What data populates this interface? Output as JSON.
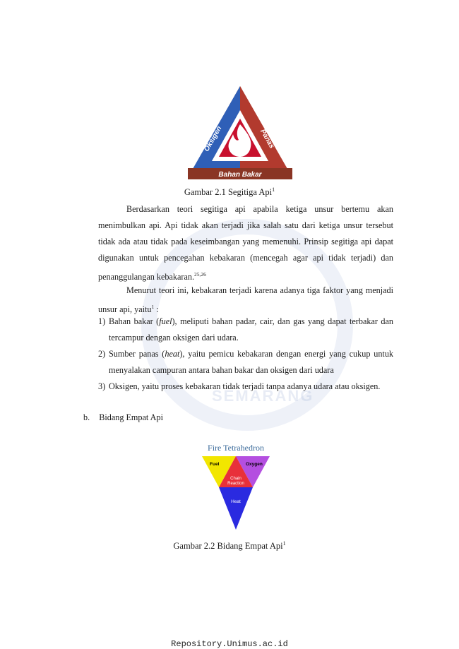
{
  "figure1": {
    "caption": "Gambar 2.1 Segitiga Api",
    "caption_sup": "1",
    "labels": {
      "left": "Oksigen",
      "right": "Panas",
      "bottom": "Bahan Bakar"
    },
    "colors": {
      "left": "#2f5fb7",
      "right": "#b23a2e",
      "bottom": "#8a3524",
      "center": "#c8102e"
    }
  },
  "paragraphs": {
    "p1": "Berdasarkan teori segitiga api apabila ketiga unsur bertemu akan menimbulkan api. Api tidak akan terjadi jika salah satu dari ketiga unsur tersebut tidak ada atau tidak pada keseimbangan yang memenuhi. Prinsip segitiga api dapat digunakan untuk pencegahan kebakaran (mencegah agar api tidak terjadi) dan penanggulangan kebakaran.",
    "p1_sup": "25,26",
    "p2": "Menurut teori ini, kebakaran terjadi karena adanya tiga faktor yang menjadi unsur api, yaitu",
    "p2_sup": "1",
    "p2_tail": " :"
  },
  "list": [
    {
      "num": "1)",
      "pre": "Bahan bakar (",
      "italic": "fuel",
      "post": "), meliputi bahan padar, cair, dan gas yang dapat terbakar dan tercampur dengan oksigen dari udara."
    },
    {
      "num": "2)",
      "pre": "Sumber panas (",
      "italic": "heat",
      "post": "), yaitu pemicu kebakaran dengan energi yang cukup untuk menyalakan campuran antara bahan bakar dan oksigen dari udara"
    },
    {
      "num": "3)",
      "pre": "Oksigen, yaitu proses kebakaran tidak terjadi tanpa adanya udara atau oksigen.",
      "italic": "",
      "post": ""
    }
  ],
  "section_b": {
    "label": "b.",
    "title": "Bidang Empat Api"
  },
  "figure2": {
    "title": "Fire Tetrahedron",
    "fuel": "Fuel",
    "oxygen": "Oxygen",
    "chain_line1": "Chain",
    "chain_line2": "Reaction",
    "heat": "Heat",
    "caption": "Gambar 2.2 Bidang Empat Api",
    "caption_sup": "1",
    "colors": {
      "fuel": "#f2e600",
      "oxygen": "#b44fe0",
      "chain": "#e8303a",
      "heat": "#2a2ae0",
      "title": "#3a6a9a"
    }
  },
  "footer": "Repository.Unimus.ac.id"
}
